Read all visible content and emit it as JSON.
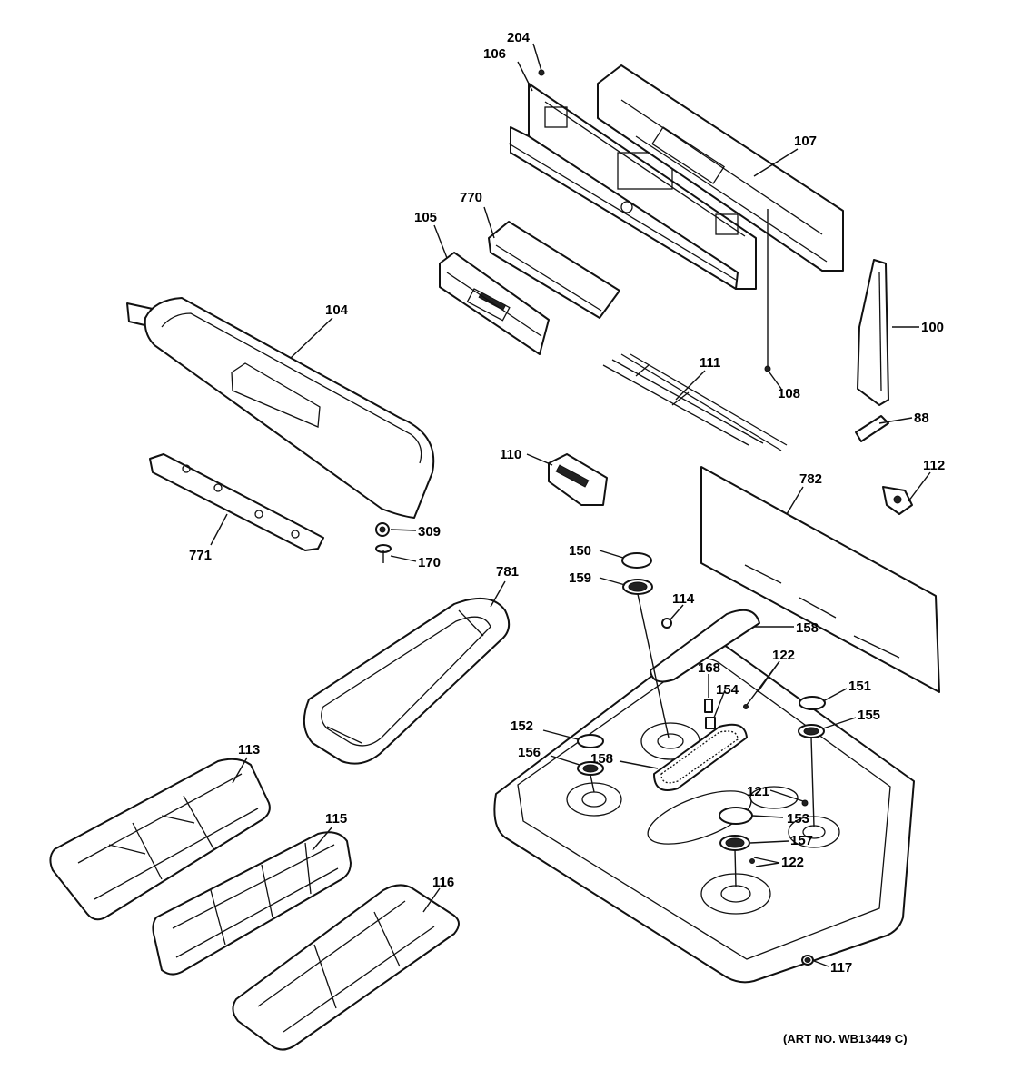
{
  "callouts": [
    {
      "id": "c204",
      "text": "204"
    },
    {
      "id": "c106",
      "text": "106"
    },
    {
      "id": "c107",
      "text": "107"
    },
    {
      "id": "c770",
      "text": "770"
    },
    {
      "id": "c105",
      "text": "105"
    },
    {
      "id": "c104",
      "text": "104"
    },
    {
      "id": "c100",
      "text": "100"
    },
    {
      "id": "c111",
      "text": "111"
    },
    {
      "id": "c108",
      "text": "108"
    },
    {
      "id": "c88",
      "text": "88"
    },
    {
      "id": "c110",
      "text": "110"
    },
    {
      "id": "c782",
      "text": "782"
    },
    {
      "id": "c112",
      "text": "112"
    },
    {
      "id": "c309",
      "text": "309"
    },
    {
      "id": "c170",
      "text": "170"
    },
    {
      "id": "c771",
      "text": "771"
    },
    {
      "id": "c781",
      "text": "781"
    },
    {
      "id": "c150",
      "text": "150"
    },
    {
      "id": "c159",
      "text": "159"
    },
    {
      "id": "c114",
      "text": "114"
    },
    {
      "id": "c158a",
      "text": "158"
    },
    {
      "id": "c122a",
      "text": "122"
    },
    {
      "id": "c168",
      "text": "168"
    },
    {
      "id": "c154",
      "text": "154"
    },
    {
      "id": "c151",
      "text": "151"
    },
    {
      "id": "c155",
      "text": "155"
    },
    {
      "id": "c152",
      "text": "152"
    },
    {
      "id": "c156",
      "text": "156"
    },
    {
      "id": "c158b",
      "text": "158"
    },
    {
      "id": "c121",
      "text": "121"
    },
    {
      "id": "c153",
      "text": "153"
    },
    {
      "id": "c157",
      "text": "157"
    },
    {
      "id": "c122b",
      "text": "122"
    },
    {
      "id": "c113",
      "text": "113"
    },
    {
      "id": "c115",
      "text": "115"
    },
    {
      "id": "c116",
      "text": "116"
    },
    {
      "id": "c117",
      "text": "117"
    }
  ],
  "art_number": "(ART NO. WB13449 C)"
}
